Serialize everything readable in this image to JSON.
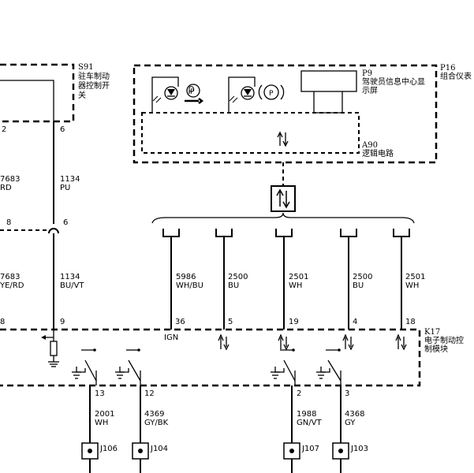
{
  "modules": {
    "s91": {
      "code": "S91",
      "name_1": "驻车制动",
      "name_2": "器控制开",
      "name_3": "关"
    },
    "p16": {
      "code": "P16",
      "name": "组合仪表"
    },
    "p9": {
      "code": "P9",
      "name_1": "驾驶员信息中心显",
      "name_2": "示屏"
    },
    "a90": {
      "code": "A90",
      "name": "逻辑电路"
    },
    "k17": {
      "code": "K17",
      "name_1": "电子制动控",
      "name_2": "制模块"
    }
  },
  "pins": {
    "s91_left": "2",
    "s91_right": "6",
    "inline_left": "8",
    "inline_right": "6",
    "k17_left": "8",
    "k17_brake": "9",
    "k17_ign": "36",
    "k17_p5": "5",
    "k17_p19": "19",
    "k17_p4": "4",
    "k17_p18": "18",
    "k17_b13": "13",
    "k17_b12": "12",
    "k17_b2": "2",
    "k17_b3": "3",
    "ign_label": "IGN"
  },
  "wires": {
    "w_left_upper": {
      "circuit": "7683",
      "color": "RD"
    },
    "w_pu": {
      "circuit": "1134",
      "color": "PU"
    },
    "w_left_lower": {
      "circuit": "7683",
      "color": "YE/RD"
    },
    "w_buvt": {
      "circuit": "1134",
      "color": "BU/VT"
    },
    "w_5986": {
      "circuit": "5986",
      "color": "WH/BU"
    },
    "w_2500a": {
      "circuit": "2500",
      "color": "BU"
    },
    "w_2501a": {
      "circuit": "2501",
      "color": "WH"
    },
    "w_2500b": {
      "circuit": "2500",
      "color": "BU"
    },
    "w_2501b": {
      "circuit": "2501",
      "color": "WH"
    },
    "w_2001": {
      "circuit": "2001",
      "color": "WH"
    },
    "w_4369": {
      "circuit": "4369",
      "color": "GY/BK"
    },
    "w_1988": {
      "circuit": "1988",
      "color": "GN/VT"
    },
    "w_4368": {
      "circuit": "4368",
      "color": "GY"
    }
  },
  "connectors": {
    "j106": "J106",
    "j104": "J104",
    "j107": "J107",
    "j103": "J103"
  },
  "icons": {
    "parking_brake_service": "parking-brake-service-lamp-icon",
    "parking_brake": "parking-brake-lamp-icon",
    "data_bus": "bidirectional-data-bus-icon",
    "ground": "ground-icon"
  }
}
